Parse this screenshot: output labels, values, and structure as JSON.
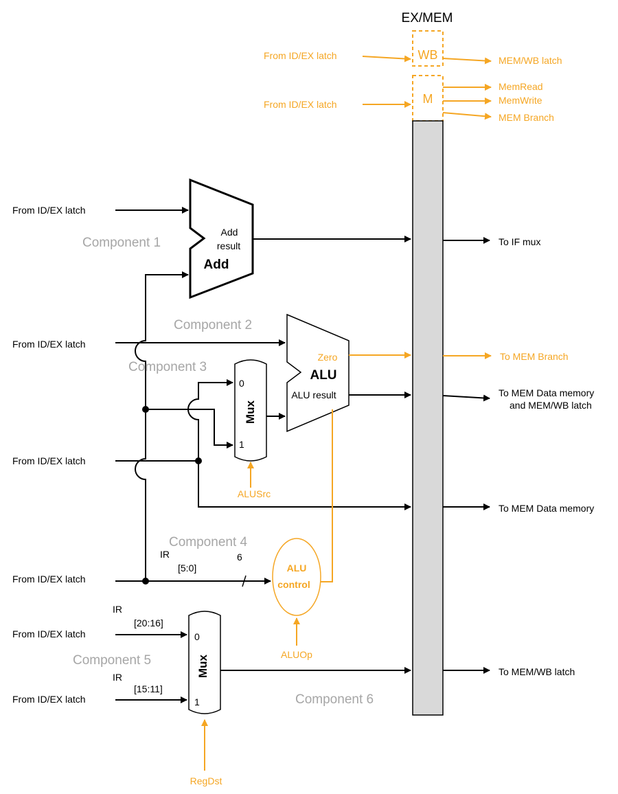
{
  "latch": {
    "title": "EX/MEM",
    "wb": "WB",
    "m": "M"
  },
  "orange_color": "#f5a623",
  "outputs": {
    "mem_wb_latch_top": "MEM/WB latch",
    "mem_read": "MemRead",
    "mem_write": "MemWrite",
    "mem_branch": "MEM Branch",
    "to_if_mux": "To IF mux",
    "to_mem_branch": "To MEM Branch",
    "to_mem_data_memory_and_latch_1": "To MEM Data memory",
    "to_mem_data_memory_and_latch_2": "and MEM/WB latch",
    "to_mem_data_memory": "To MEM Data memory",
    "to_mem_wb_latch": "To MEM/WB latch"
  },
  "inputs": {
    "wb_from": "From ID/EX latch",
    "m_from": "From ID/EX latch",
    "in1": "From ID/EX latch",
    "in2": "From ID/EX latch",
    "in3": "From ID/EX latch",
    "in4": "From ID/EX latch",
    "in5": "From ID/EX latch",
    "in6": "From ID/EX latch"
  },
  "components": {
    "c1": "Component 1",
    "c2": "Component 2",
    "c3": "Component 3",
    "c4": "Component 4",
    "c5": "Component 5",
    "c6": "Component 6"
  },
  "adder": {
    "result_1": "Add",
    "result_2": "result",
    "name": "Add"
  },
  "alu": {
    "zero": "Zero",
    "name": "ALU",
    "result": "ALU result"
  },
  "mux1": {
    "name": "Mux",
    "in0": "0",
    "in1": "1",
    "control": "ALUSrc"
  },
  "mux2": {
    "name": "Mux",
    "in0": "0",
    "in1": "1",
    "control": "RegDst"
  },
  "alu_control": {
    "line1": "ALU",
    "line2": "control",
    "control": "ALUOp"
  },
  "ir_labels": {
    "ir_a": "IR",
    "bits_a": "[5:0]",
    "width_a": "6",
    "ir_b": "IR",
    "bits_b": "[20:16]",
    "ir_c": "IR",
    "bits_c": "[15:11]"
  }
}
